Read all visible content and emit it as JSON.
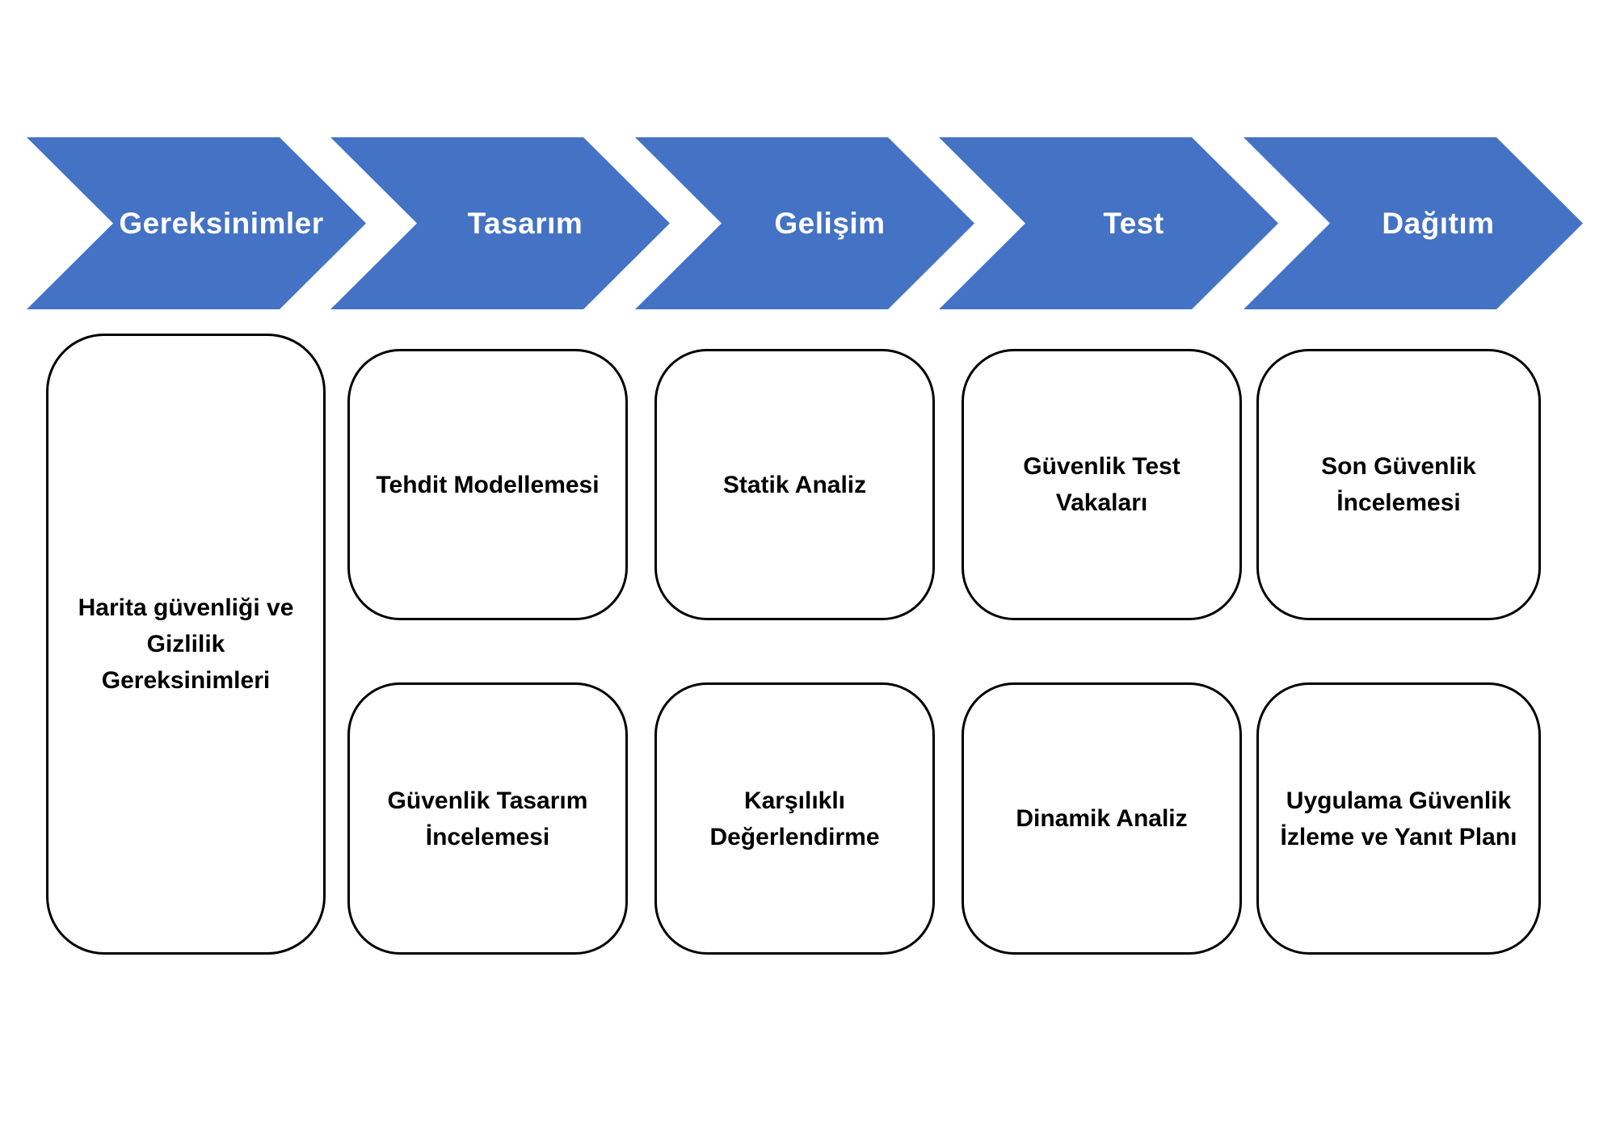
{
  "colors": {
    "background": "#ffffff",
    "arrow_fill": "#4472C4",
    "arrow_text": "#ffffff",
    "box_border": "#000000",
    "box_text": "#000000"
  },
  "stages": [
    {
      "label": "Gereksinimler",
      "boxes": [
        {
          "label": "Harita güvenliği ve\nGizlilik\nGereksinimleri"
        }
      ]
    },
    {
      "label": "Tasarım",
      "boxes": [
        {
          "label": "Tehdit Modellemesi"
        },
        {
          "label": "Güvenlik Tasarım\nİncelemesi"
        }
      ]
    },
    {
      "label": "Gelişim",
      "boxes": [
        {
          "label": "Statik Analiz"
        },
        {
          "label": "Karşılıklı\nDeğerlendirme"
        }
      ]
    },
    {
      "label": "Test",
      "boxes": [
        {
          "label": "Güvenlik Test\nVakaları"
        },
        {
          "label": "Dinamik Analiz"
        }
      ]
    },
    {
      "label": "Dağıtım",
      "boxes": [
        {
          "label": "Son Güvenlik\nİncelemesi"
        },
        {
          "label": "Uygulama Güvenlik\nİzleme ve Yanıt Planı"
        }
      ]
    }
  ]
}
